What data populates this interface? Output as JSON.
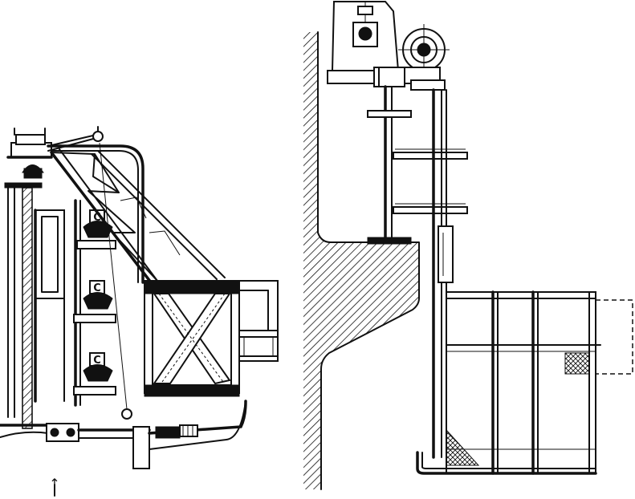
{
  "figure": {
    "markers": {
      "roller_1": "C",
      "roller_2": "C",
      "roller_3": "C",
      "direction_arrow": "↑"
    }
  }
}
